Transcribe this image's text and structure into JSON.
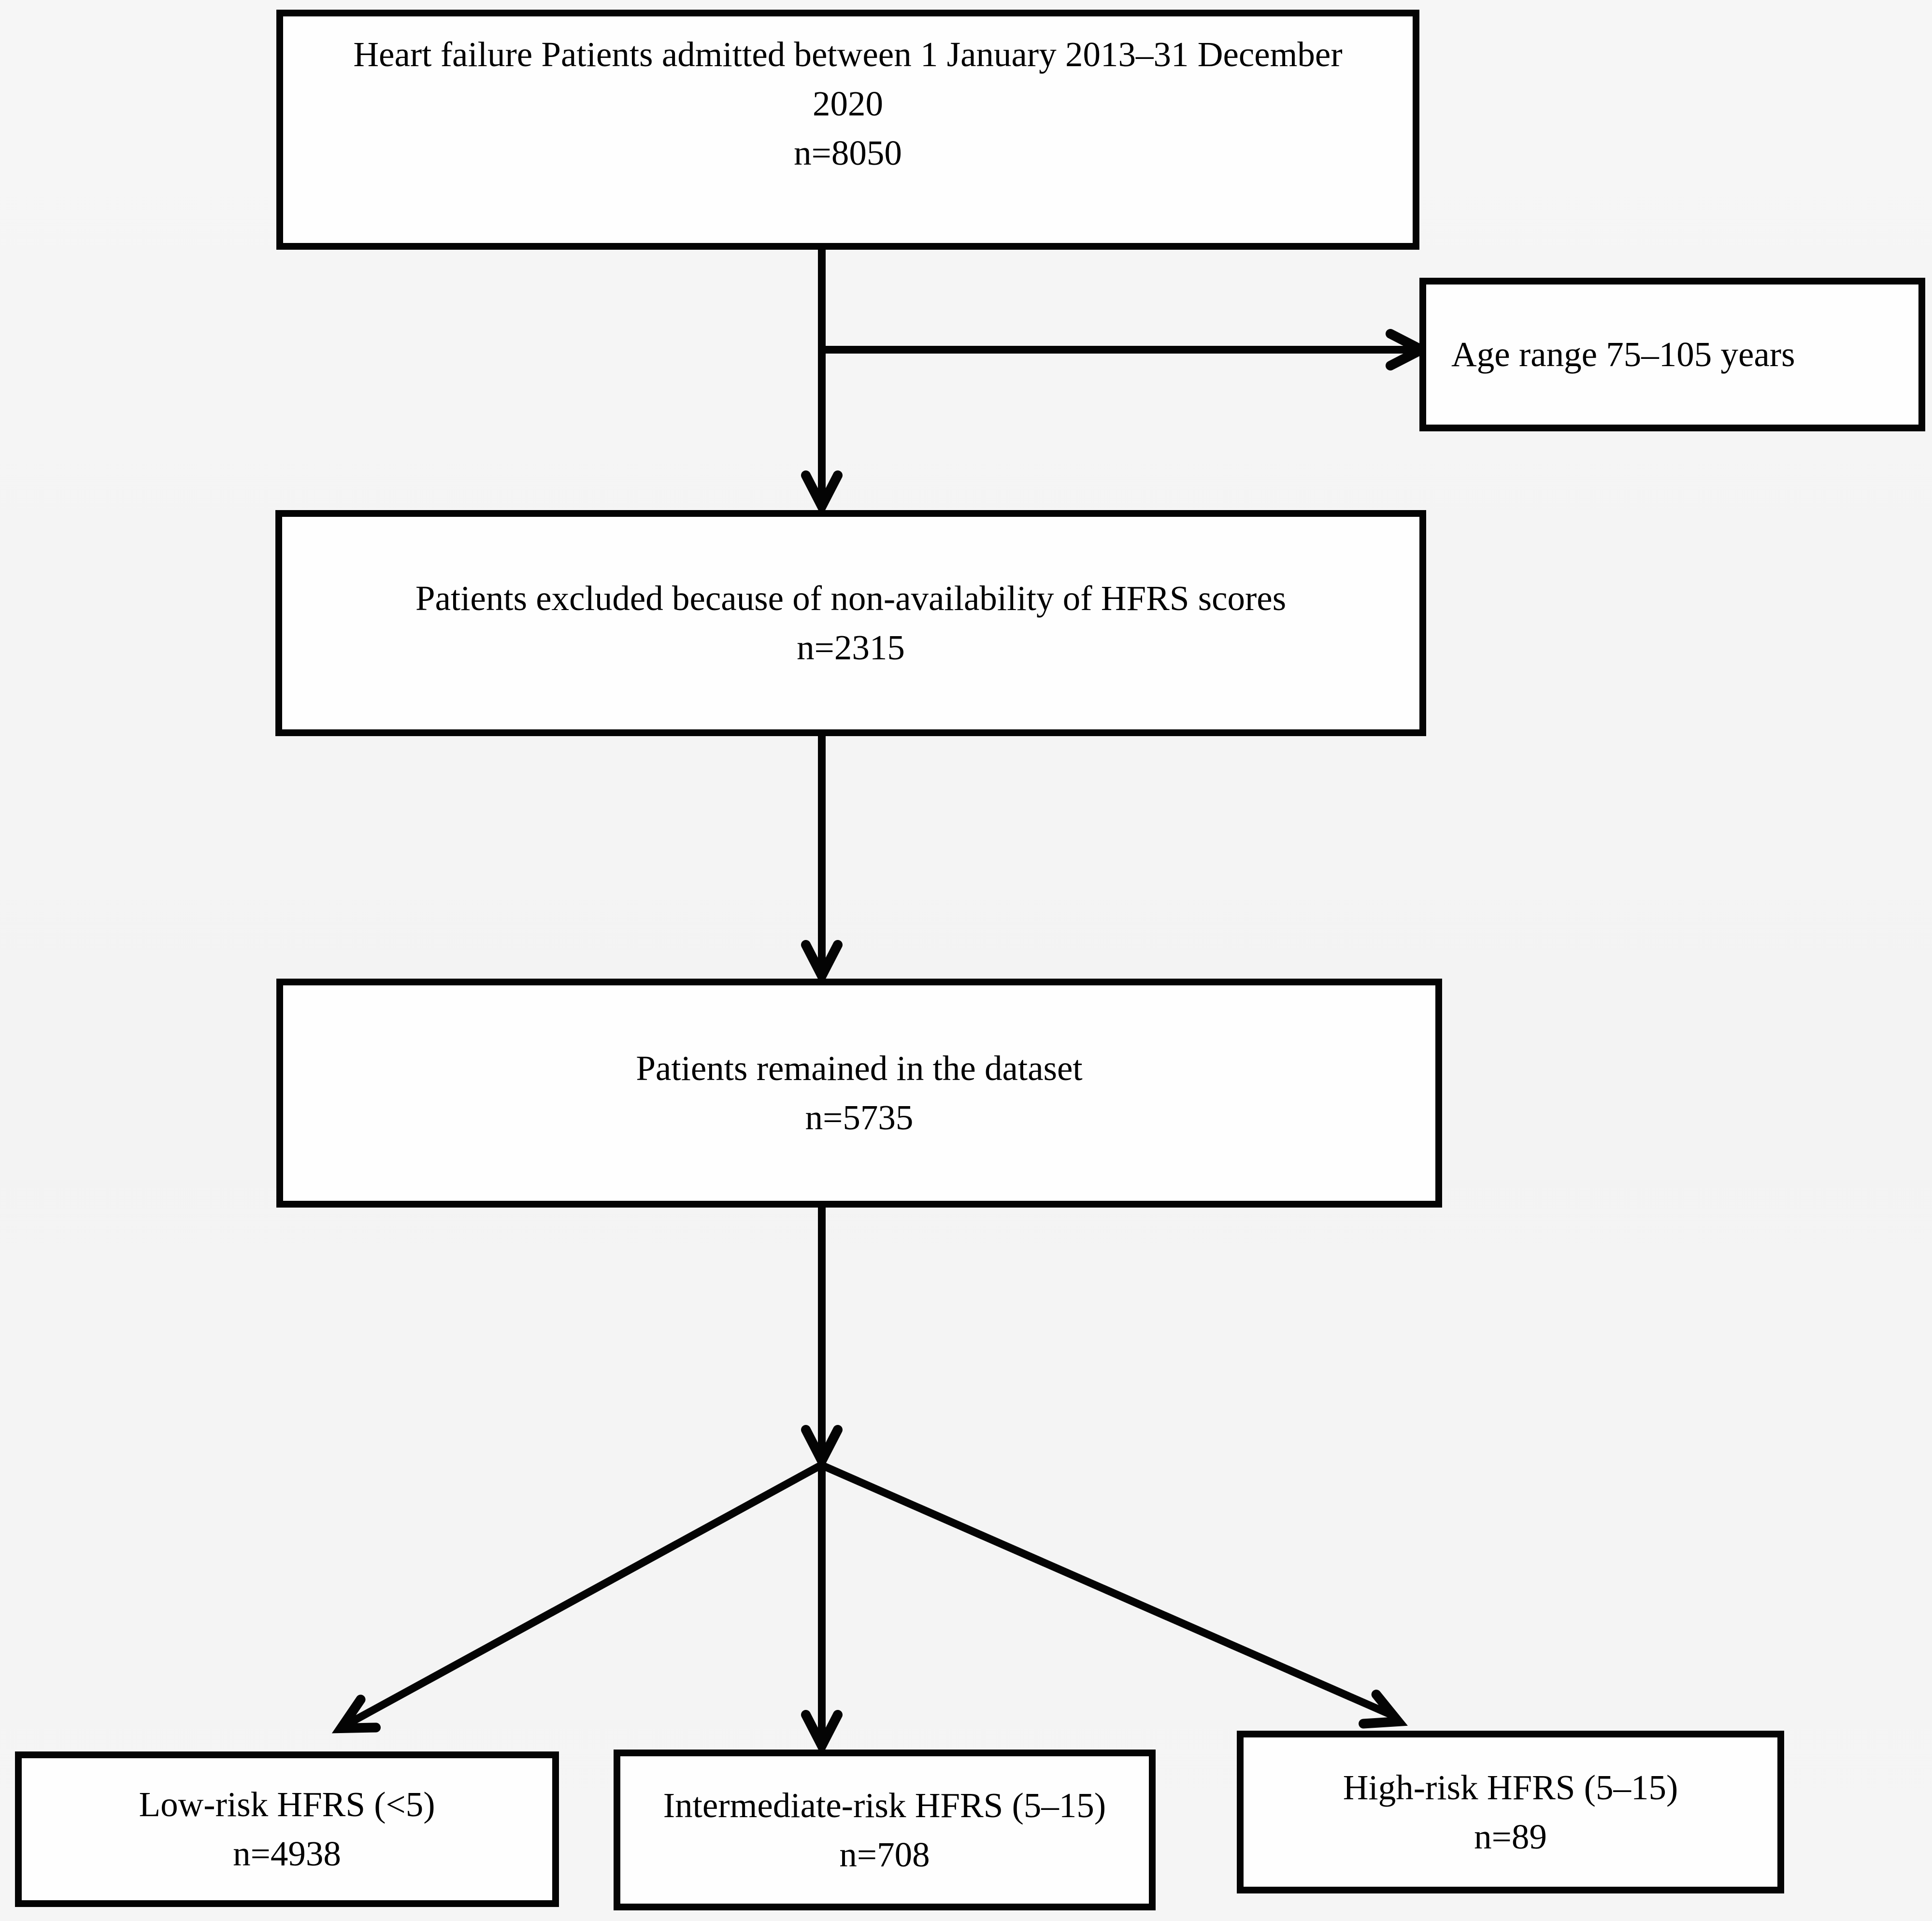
{
  "flowchart": {
    "colors": {
      "line": "#040404",
      "box_fill": "#fefefe",
      "background": "#f4f4f4"
    },
    "boxes": {
      "admitted": {
        "lines": [
          "Heart failure Patients admitted between 1 January 2013–31 December",
          "2020",
          "n=8050"
        ]
      },
      "age_range": {
        "lines": [
          "Age range 75–105 years"
        ]
      },
      "excluded": {
        "lines": [
          "Patients excluded because of non-availability of HFRS scores",
          "n=2315"
        ]
      },
      "remained": {
        "lines": [
          "Patients remained in the dataset",
          "n=5735"
        ]
      },
      "low_risk": {
        "lines": [
          "Low-risk HFRS (<5)",
          "n=4938"
        ]
      },
      "intermediate_risk": {
        "lines": [
          "Intermediate-risk HFRS (5–15)",
          "n=708"
        ]
      },
      "high_risk": {
        "lines": [
          "High-risk HFRS (5–15)",
          "n=89"
        ]
      }
    }
  }
}
